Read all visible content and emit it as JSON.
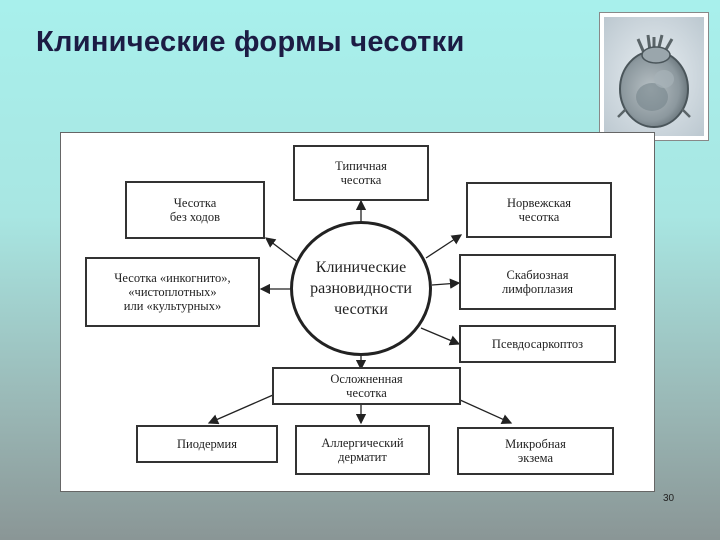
{
  "slide": {
    "title": "Клинические формы чесотки",
    "page_number": "30"
  },
  "diagram": {
    "center": "Клинические\nразновидности\nчесотки",
    "nodes": {
      "typical": "Типичная\nчесотка",
      "no_burrows": "Чесотка\nбез ходов",
      "norwegian": "Норвежская\nчесотка",
      "incognito": "Чесотка «инкогнито»,\n«чистоплотных»\nили «культурных»",
      "lymphoplasia": "Скабиозная\nлимфоплазия",
      "pseudosarcoptosis": "Псевдосаркоптоз",
      "complicated": "Осложненная\nчесотка",
      "pyoderma": "Пиодермия",
      "allergic_dermatitis": "Аллергический\nдерматит",
      "microbial_eczema": "Микробная\nэкзема"
    }
  }
}
